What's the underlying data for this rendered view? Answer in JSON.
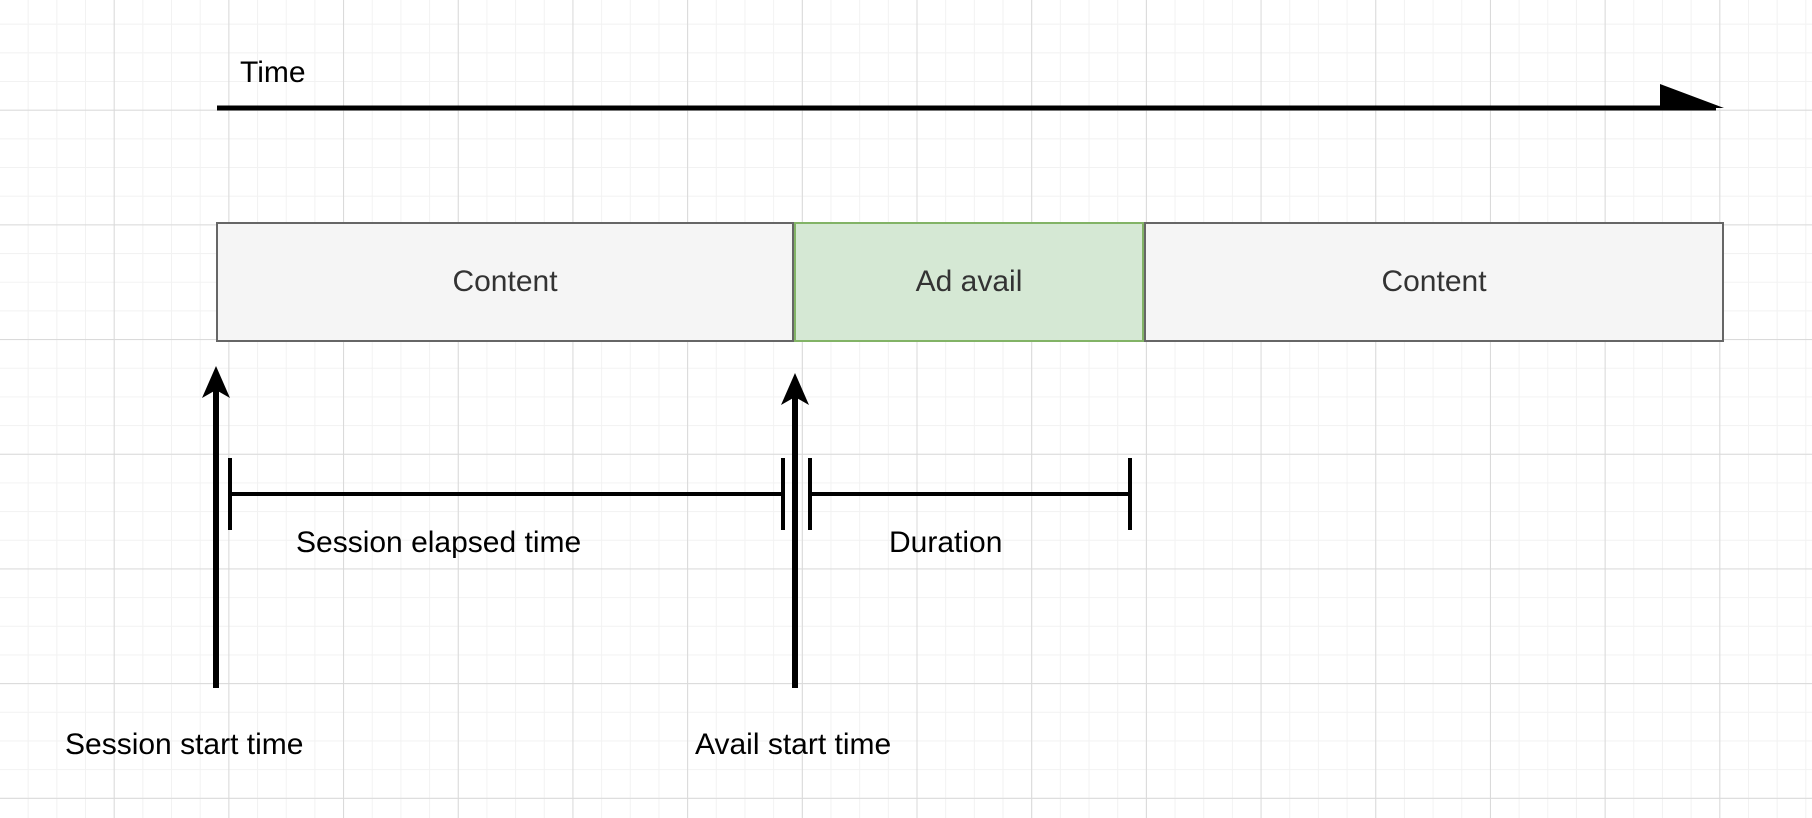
{
  "diagram": {
    "title_axis": {
      "label": "Time",
      "axis_name": "time-axis",
      "arrow_direction": "right"
    },
    "timeline": {
      "segments": [
        {
          "id": "content-left",
          "label": "Content",
          "kind": "content",
          "fill": "#f5f5f5",
          "stroke": "#666666"
        },
        {
          "id": "ad-avail",
          "label": "Ad avail",
          "kind": "avail",
          "fill": "#d5e8d4",
          "stroke": "#82b366"
        },
        {
          "id": "content-right",
          "label": "Content",
          "kind": "content",
          "fill": "#f5f5f5",
          "stroke": "#666666"
        }
      ]
    },
    "markers": [
      {
        "id": "session-start",
        "label": "Session start time"
      },
      {
        "id": "avail-start",
        "label": "Avail start time"
      }
    ],
    "measures": [
      {
        "id": "session-elapsed",
        "label": "Session elapsed time"
      },
      {
        "id": "duration",
        "label": "Duration"
      }
    ],
    "colors": {
      "line": "#000000",
      "box_border": "#666666",
      "box_fill": "#f5f5f5",
      "avail_border": "#82b366",
      "avail_fill": "#d5e8d4",
      "grid_minor": "#f2f2f2",
      "grid_major": "#d9d9d9",
      "text": "#000000",
      "box_text": "#333333"
    }
  }
}
